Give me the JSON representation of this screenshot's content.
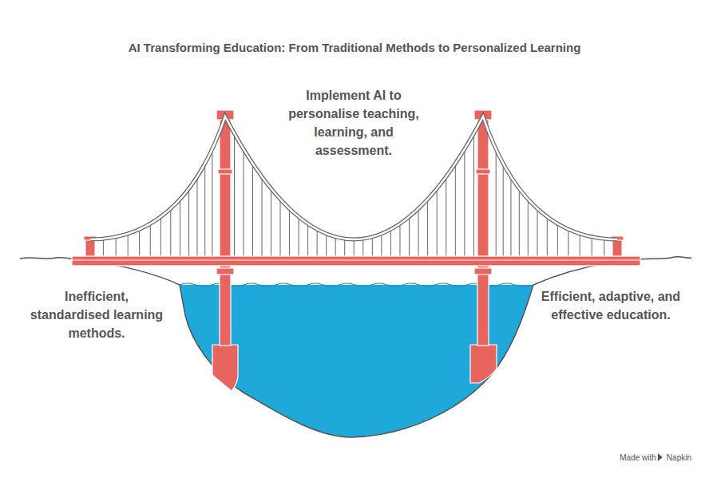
{
  "diagram": {
    "title": "AI Transforming Education: From Traditional Methods to Personalized Learning",
    "labels": [
      "Implement AI to personalise teaching, learning, and assessment.",
      "Inefficient, standardised learning methods.",
      "Efficient, adaptive, and effective education.",
      "Made with",
      "Napkin"
    ]
  }
}
